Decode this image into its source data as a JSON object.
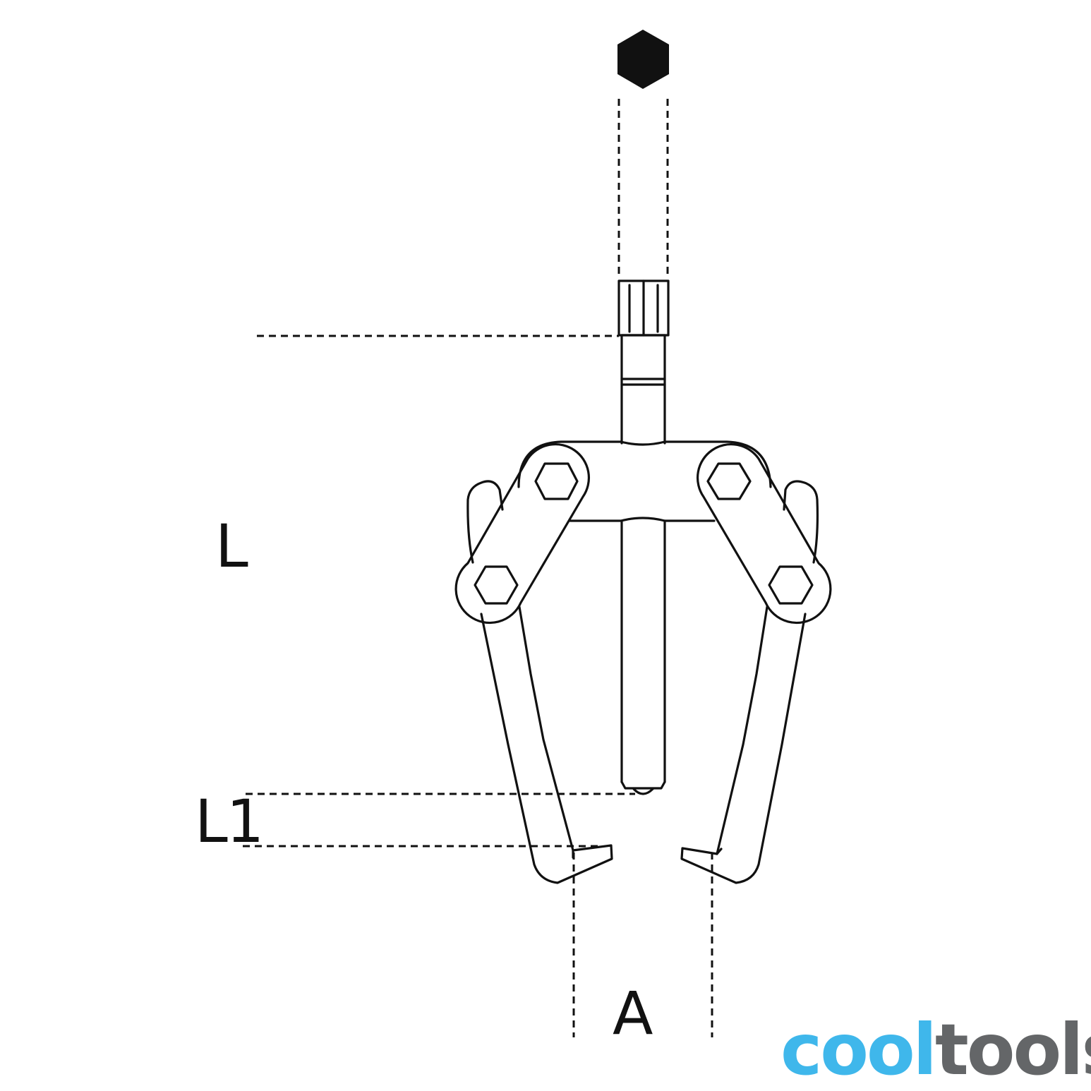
{
  "diagram": {
    "dimension_labels": {
      "L": "L",
      "L1": "L1",
      "A": "A"
    },
    "colors": {
      "line": "#111111",
      "background": "#ffffff"
    }
  },
  "logo": {
    "part1": "cool",
    "part2": "tools",
    "color_part1": "#3fb7eb",
    "color_part2": "#646668"
  }
}
